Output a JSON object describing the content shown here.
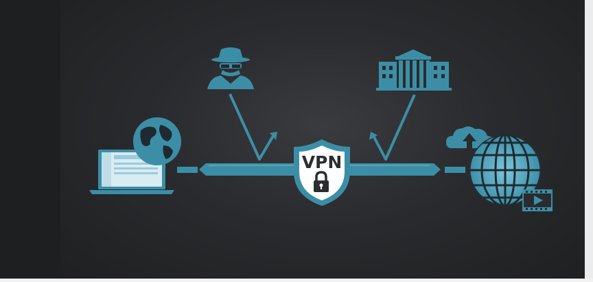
{
  "shield": {
    "label": "VPN"
  },
  "colors": {
    "accent": "#3c8ea7",
    "accent_light": "#5aaac2",
    "screen": "#d8ecf2",
    "background": "#2a2b2e",
    "shield_face": "#ffffff"
  },
  "nodes": [
    {
      "name": "laptop",
      "icon": "laptop-icon"
    },
    {
      "name": "world-globe",
      "icon": "globe-icon"
    },
    {
      "name": "hacker",
      "icon": "spy-icon"
    },
    {
      "name": "government",
      "icon": "government-building-icon"
    },
    {
      "name": "vpn-shield",
      "icon": "shield-lock-icon"
    },
    {
      "name": "cloud-upload",
      "icon": "cloud-upload-icon"
    },
    {
      "name": "internet",
      "icon": "wireframe-globe-icon"
    },
    {
      "name": "video",
      "icon": "video-play-icon"
    }
  ]
}
